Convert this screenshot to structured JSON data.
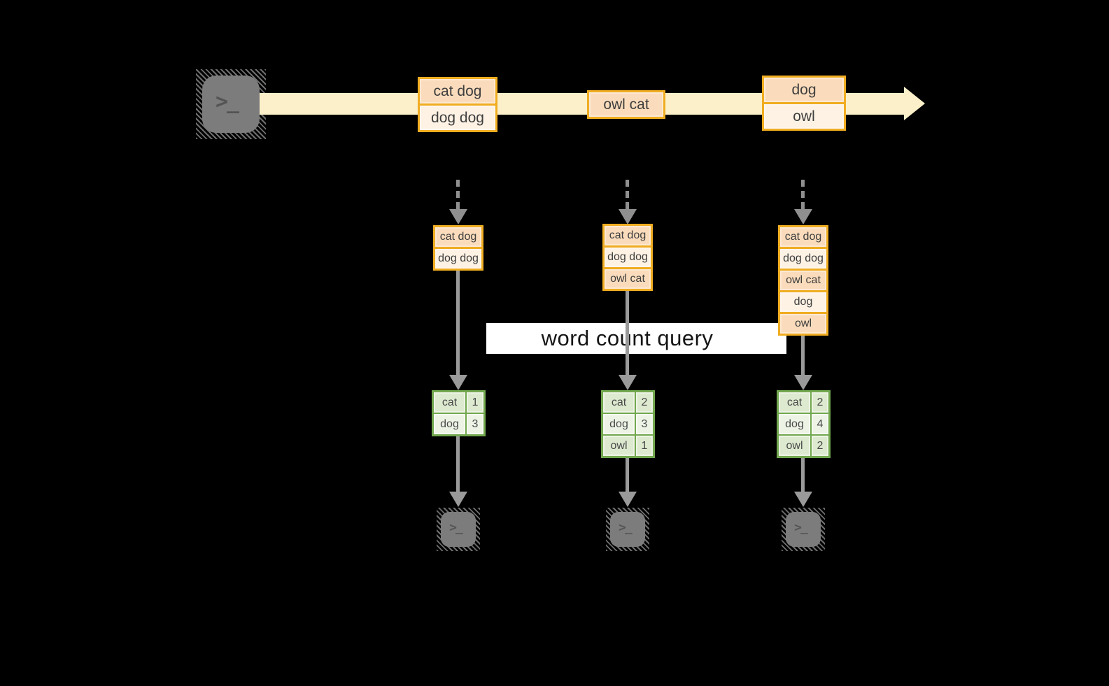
{
  "diagram": {
    "query_label": "word count query",
    "terminal_prompt": ">_",
    "colors": {
      "background": "#000000",
      "stream_band": "#FBF0C9",
      "orange_border": "#F0AD21",
      "orange_cell_dark": "#FADCBC",
      "orange_cell_light": "#FDF2E4",
      "green_border": "#73A84F",
      "green_row_dark": "#DDEACF",
      "green_row_light": "#EDF4E6",
      "arrow_gray": "#9A9A9A",
      "terminal_gray": "#7C7C7C",
      "query_banner_bg": "#FFFFFF"
    },
    "stream_batches": [
      {
        "lines": [
          "cat dog",
          "dog dog"
        ]
      },
      {
        "lines": [
          "owl cat"
        ]
      },
      {
        "lines": [
          "dog",
          "owl"
        ]
      }
    ],
    "micro_batches": [
      {
        "lines": [
          "cat dog",
          "dog dog"
        ]
      },
      {
        "lines": [
          "cat dog",
          "dog dog",
          "owl cat"
        ]
      },
      {
        "lines": [
          "cat dog",
          "dog dog",
          "owl cat",
          "dog",
          "owl"
        ]
      }
    ],
    "word_count_tables": [
      {
        "rows": [
          {
            "word": "cat",
            "count": "1"
          },
          {
            "word": "dog",
            "count": "3"
          }
        ]
      },
      {
        "rows": [
          {
            "word": "cat",
            "count": "2"
          },
          {
            "word": "dog",
            "count": "3"
          },
          {
            "word": "owl",
            "count": "1"
          }
        ]
      },
      {
        "rows": [
          {
            "word": "cat",
            "count": "2"
          },
          {
            "word": "dog",
            "count": "4"
          },
          {
            "word": "owl",
            "count": "2"
          }
        ]
      }
    ]
  }
}
